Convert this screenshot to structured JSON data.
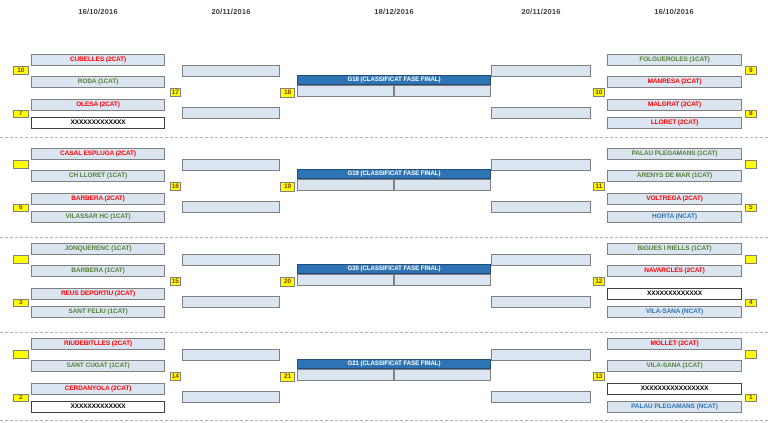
{
  "page": {
    "dates": [
      "16/10/2016",
      "20/11/2016",
      "18/12/2016",
      "20/11/2016",
      "16/10/2016"
    ]
  },
  "colors": {
    "box_fill": "#dbe5f1",
    "box_border": "#808080",
    "blank_fill": "#ffffff",
    "blank_border": "#404040",
    "yellow": "#ffff00",
    "number_text": "#833c00",
    "final_fill": "#2e74b5",
    "final_border": "#1f4e79",
    "final_text": "#ffffff",
    "cat1": "#548235",
    "cat2": "#ff0000",
    "ncat": "#2e74b5",
    "date_text": "#3f3f3f"
  },
  "finals": [
    {
      "number": "18",
      "label": "G18 (CLASSIFICAT FASE FINAL)"
    },
    {
      "number": "19",
      "label": "G19 (CLASSIFICAT FASE FINAL)"
    },
    {
      "number": "20",
      "label": "G20 (CLASSIFICAT FASE FINAL)"
    },
    {
      "number": "21",
      "label": "G21 (CLASSIFICAT FASE FINAL)"
    }
  ],
  "left_groups": [
    {
      "seed_top": "10",
      "seed_bottom": "7",
      "semi": "17",
      "teams": [
        {
          "name": "CUBELLES (2CAT)",
          "cat": "2cat"
        },
        {
          "name": "RODA (1CAT)",
          "cat": "1cat"
        },
        {
          "name": "OLESA (2CAT)",
          "cat": "2cat"
        },
        {
          "name": "XXXXXXXXXXXXX",
          "cat": "blank"
        }
      ]
    },
    {
      "seed_top": "",
      "seed_bottom": "6",
      "semi": "16",
      "teams": [
        {
          "name": "CASAL ESPLUGA (2CAT)",
          "cat": "2cat"
        },
        {
          "name": "CH LLORET (1CAT)",
          "cat": "1cat"
        },
        {
          "name": "BARBERA (2CAT)",
          "cat": "2cat"
        },
        {
          "name": "VILASSAR HC (1CAT)",
          "cat": "1cat"
        }
      ]
    },
    {
      "seed_top": "",
      "seed_bottom": "3",
      "semi": "15",
      "teams": [
        {
          "name": "JONQUERENC (1CAT)",
          "cat": "1cat"
        },
        {
          "name": "BARBERA (1CAT)",
          "cat": "1cat"
        },
        {
          "name": "REUS DEPORTIU (2CAT)",
          "cat": "2cat"
        },
        {
          "name": "SANT FELIU (1CAT)",
          "cat": "1cat"
        }
      ]
    },
    {
      "seed_top": "",
      "seed_bottom": "2",
      "semi": "14",
      "teams": [
        {
          "name": "RIUDEBITLLES (2CAT)",
          "cat": "2cat"
        },
        {
          "name": "SANT CUGAT (1CAT)",
          "cat": "1cat"
        },
        {
          "name": "CERDANYOLA (2CAT)",
          "cat": "2cat"
        },
        {
          "name": "XXXXXXXXXXXXX",
          "cat": "blank"
        }
      ]
    }
  ],
  "right_groups": [
    {
      "seed_top": "9",
      "seed_bottom": "8",
      "semi": "10",
      "teams": [
        {
          "name": "FOLGUEROLES (1CAT)",
          "cat": "1cat"
        },
        {
          "name": "MANRESA (2CAT)",
          "cat": "2cat"
        },
        {
          "name": "MALGRAT (2CAT)",
          "cat": "2cat"
        },
        {
          "name": "LLORET (2CAT)",
          "cat": "2cat"
        }
      ]
    },
    {
      "seed_top": "",
      "seed_bottom": "5",
      "semi": "11",
      "teams": [
        {
          "name": "PALAU PLEGAMANS (1CAT)",
          "cat": "1cat"
        },
        {
          "name": "ARENYS DE MAR (1CAT)",
          "cat": "1cat"
        },
        {
          "name": "VOLTREGA (2CAT)",
          "cat": "2cat"
        },
        {
          "name": "HORTA (NCAT)",
          "cat": "ncat"
        }
      ]
    },
    {
      "seed_top": "",
      "seed_bottom": "4",
      "semi": "12",
      "teams": [
        {
          "name": "BIGUES I RIELLS (1CAT)",
          "cat": "1cat"
        },
        {
          "name": "NAVARCLES (2CAT)",
          "cat": "2cat"
        },
        {
          "name": "XXXXXXXXXXXXX",
          "cat": "blank"
        },
        {
          "name": "VILA-SANA (NCAT)",
          "cat": "ncat"
        }
      ]
    },
    {
      "seed_top": "",
      "seed_bottom": "1",
      "semi": "13",
      "teams": [
        {
          "name": "MOLLET (2CAT)",
          "cat": "2cat"
        },
        {
          "name": "VILA-SANA (1CAT)",
          "cat": "1cat"
        },
        {
          "name": "XXXXXXXXXXXXXXXX",
          "cat": "blank"
        },
        {
          "name": "PALAU PLEGAMANS (NCAT)",
          "cat": "ncat"
        }
      ]
    }
  ]
}
